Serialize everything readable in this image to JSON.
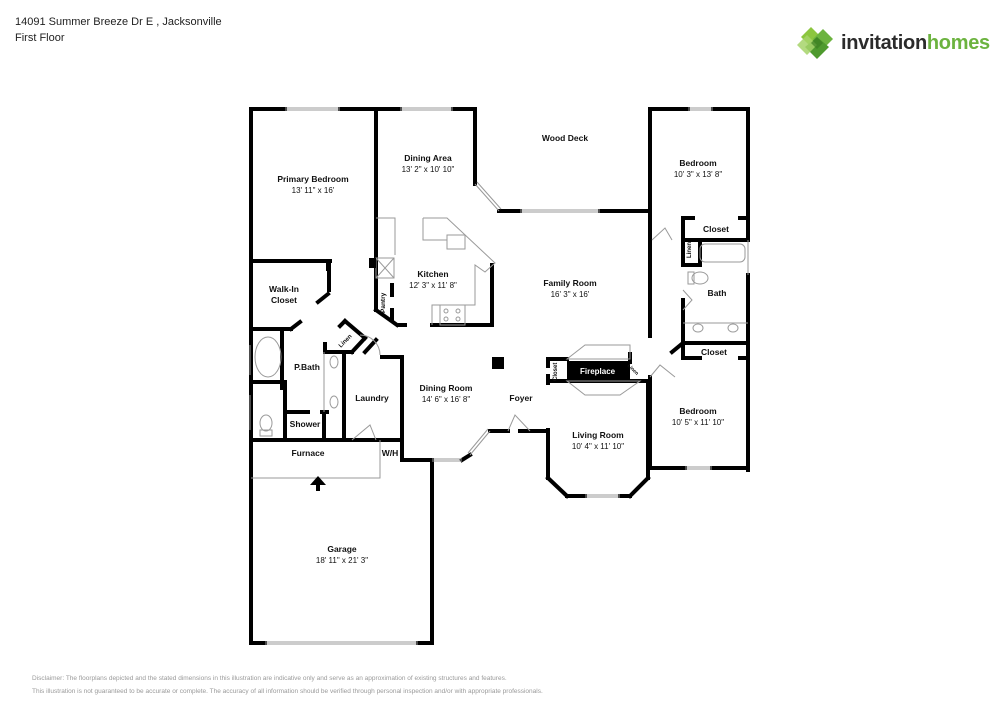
{
  "header": {
    "address": "14091 Summer Breeze Dr E , Jacksonville",
    "floor": "First Floor"
  },
  "logo": {
    "word1": "invitation",
    "word2": "homes",
    "brand_green": "#6cb33f",
    "brand_dark": "#2b2b2b"
  },
  "rooms": {
    "primary_bedroom": {
      "name": "Primary Bedroom",
      "dims": "13' 11\" x 16'"
    },
    "dining_area": {
      "name": "Dining Area",
      "dims": "13' 2\" x 10' 10\""
    },
    "wood_deck": {
      "name": "Wood Deck"
    },
    "bedroom_ne": {
      "name": "Bedroom",
      "dims": "10' 3\" x 13' 8\""
    },
    "closet_ne": {
      "name": "Closet"
    },
    "linen_ne": {
      "name": "Linen"
    },
    "bath": {
      "name": "Bath"
    },
    "kitchen": {
      "name": "Kitchen",
      "dims": "12' 3\" x 11' 8\""
    },
    "pantry": {
      "name": "Pantry"
    },
    "family_room": {
      "name": "Family Room",
      "dims": "16' 3\" x 16'"
    },
    "walk_in_closet": {
      "name": "Walk-In",
      "name2": "Closet"
    },
    "linen_center": {
      "name": "Linen"
    },
    "p_bath": {
      "name": "P.Bath"
    },
    "laundry": {
      "name": "Laundry"
    },
    "shower": {
      "name": "Shower"
    },
    "dining_room": {
      "name": "Dining Room",
      "dims": "14' 6\" x 16' 8\""
    },
    "foyer": {
      "name": "Foyer"
    },
    "closet_fire": {
      "name": "Closet"
    },
    "fireplace": {
      "name": "Fireplace"
    },
    "linen_fire": {
      "name": "Linen"
    },
    "closet_se": {
      "name": "Closet"
    },
    "bedroom_se": {
      "name": "Bedroom",
      "dims": "10' 5\" x 11' 10\""
    },
    "living_room": {
      "name": "Living Room",
      "dims": "10' 4\" x 11' 10\""
    },
    "furnace": {
      "name": "Furnace"
    },
    "water_heater": {
      "name": "W/H"
    },
    "garage": {
      "name": "Garage",
      "dims": "18' 11\" x 21' 3\""
    }
  },
  "disclaimer": {
    "line1": "Disclaimer: The floorplans depicted and the stated dimensions in this illustration are indicative only and serve as an approximation of existing structures and features.",
    "line2": "This illustration is not guaranteed to be accurate or complete. The accuracy of all information should be verified through personal inspection and/or with appropriate professionals."
  },
  "colors": {
    "wall": "#000000",
    "fixture": "#9a9a9a",
    "disclaimer": "#9a9a9a"
  }
}
